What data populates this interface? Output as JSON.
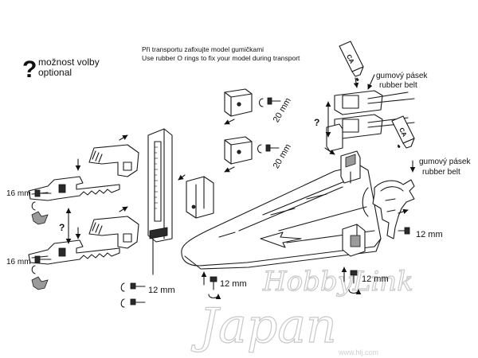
{
  "legend": {
    "symbol": "?",
    "line1": "možnost volby",
    "line2": "optional"
  },
  "instructions": {
    "cz": "Při transportu zafixujte model gumičkami",
    "en": "Use rubber O rings to fix your model during transport"
  },
  "callouts": {
    "bottle_top": "CA",
    "bottle_mid": "CA",
    "rubber_cz_1": "gumový pásek",
    "rubber_en_1": "rubber belt",
    "rubber_cz_2": "gumový pásek",
    "rubber_en_2": "rubber belt",
    "screw_20a": "20 mm",
    "screw_20b": "20 mm",
    "screw_16a": "16 mm",
    "screw_16b": "16 mm",
    "screw_12a": "12 mm",
    "screw_12b": "12 mm",
    "screw_12c": "12 mm",
    "screw_12d": "12 mm",
    "question_left": "?",
    "question_right": "?"
  },
  "watermark": {
    "line1": "HobbyLink",
    "line2": "Japan",
    "line3": "www.hlj.com"
  }
}
